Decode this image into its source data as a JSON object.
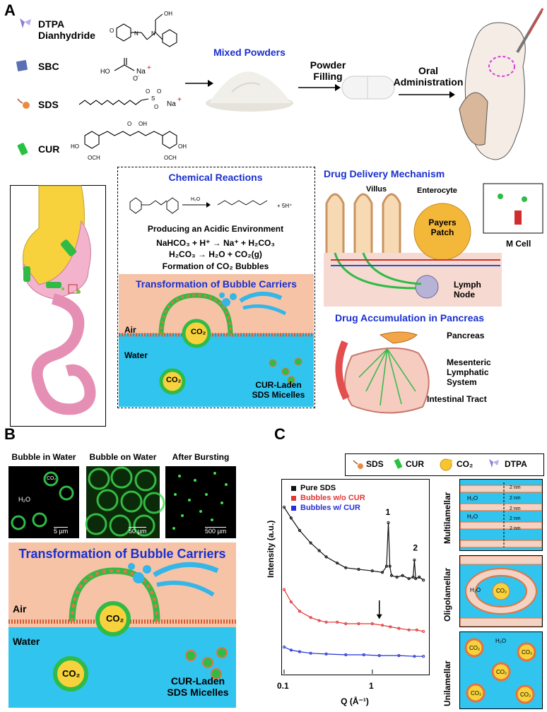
{
  "panel_a": {
    "letter": "A",
    "ingredients": [
      {
        "name": "DTPA\nDianhydride",
        "icon": "dtpa-icon",
        "color": "#8e7fd6"
      },
      {
        "name": "SBC",
        "icon": "sbc-square-icon",
        "color": "#5b6fb5"
      },
      {
        "name": "SDS",
        "icon": "sds-icon",
        "color": "#e98a43"
      },
      {
        "name": "CUR",
        "icon": "cur-icon",
        "color": "#27c23f"
      }
    ],
    "sbc_formula_label": "Na",
    "sds_formula_label": "Na",
    "mixed_powders": "Mixed Powders",
    "powder_filling": "Powder\nFilling",
    "oral_administration": "Oral\nAdministration",
    "chemical_reactions": {
      "title": "Chemical Reactions",
      "reagent": "H₂O",
      "product_tail": "+ 5H⁺",
      "line1": "Producing an Acidic Environment",
      "line2": "NaHCO₃ + H⁺ → Na⁺ + H₂CO₃",
      "line3": "H₂CO₃ → H₂O + CO₂(g)",
      "line4": "Formation of CO₂ Bubbles"
    },
    "transformation_title": "Transformation of  Bubble Carriers",
    "air": "Air",
    "water": "Water",
    "co2": "CO₂",
    "cur_laden": "CUR-Laden\nSDS Micelles",
    "drug_delivery": {
      "title": "Drug Delivery Mechanism",
      "villus": "Villus",
      "enterocyte": "Enterocyte",
      "payers_patch": "Payers\nPatch",
      "m_cell": "M Cell",
      "lymph_node": "Lymph\nNode"
    },
    "drug_accumulation": {
      "title": "Drug Accumulation in Pancreas",
      "pancreas": "Pancreas",
      "mesenteric": "Mesenteric\nLymphatic\nSystem",
      "intestinal": "Intestinal Tract"
    }
  },
  "panel_b": {
    "letter": "B",
    "micrographs": [
      {
        "title": "Bubble in Water",
        "scale": "5 µm",
        "h2o": "H₂O",
        "co2": "CO₂"
      },
      {
        "title": "Bubble on Water",
        "scale": "50 µm"
      },
      {
        "title": "After Bursting",
        "scale": "500 µm"
      }
    ],
    "transformation_title": "Transformation of  Bubble Carriers",
    "air": "Air",
    "water": "Water",
    "co2": "CO₂",
    "cur_laden": "CUR-Laden\nSDS Micelles"
  },
  "panel_c": {
    "letter": "C",
    "legend_items": [
      {
        "label": "SDS",
        "icon": "sds-icon"
      },
      {
        "label": "CUR",
        "icon": "cur-icon"
      },
      {
        "label": "CO₂",
        "icon": "co2-icon"
      },
      {
        "label": "DTPA",
        "icon": "dtpa-icon"
      }
    ],
    "side_labels": [
      "Multilamellar",
      "Oligolamellar",
      "Unilamellar"
    ],
    "multi_spacings": [
      "2 nm",
      "2 nm",
      "2 nm",
      "2 nm",
      "2 nm"
    ],
    "h2o": "H₂O",
    "co2": "CO₂",
    "peak1": "1",
    "peak2": "2"
  },
  "chart_data": {
    "type": "line",
    "xlabel": "Q (Å⁻¹)",
    "ylabel": "Intensity (a.u.)",
    "xscale": "log",
    "xlim": [
      0.1,
      4
    ],
    "xticks": [
      "0.1",
      "1"
    ],
    "grid": false,
    "legend_position": "top-left",
    "series": [
      {
        "name": "Pure SDS",
        "color": "#111111",
        "x": [
          0.1,
          0.12,
          0.15,
          0.2,
          0.25,
          0.3,
          0.4,
          0.5,
          0.7,
          1.0,
          1.3,
          1.45,
          1.52,
          1.58,
          1.65,
          1.9,
          2.2,
          2.6,
          2.9,
          3.0,
          3.1,
          3.4,
          3.8
        ],
        "y": [
          1.0,
          0.93,
          0.85,
          0.77,
          0.72,
          0.68,
          0.64,
          0.61,
          0.6,
          0.59,
          0.58,
          0.62,
          0.9,
          0.62,
          0.56,
          0.55,
          0.56,
          0.54,
          0.55,
          0.66,
          0.54,
          0.55,
          0.53
        ]
      },
      {
        "name": "Bubbles w/o CUR",
        "color": "#e23636",
        "x": [
          0.1,
          0.12,
          0.15,
          0.2,
          0.25,
          0.3,
          0.4,
          0.5,
          0.7,
          1.0,
          1.3,
          1.6,
          2.0,
          2.6,
          3.2,
          3.8
        ],
        "y": [
          0.47,
          0.39,
          0.33,
          0.29,
          0.27,
          0.26,
          0.26,
          0.25,
          0.25,
          0.25,
          0.24,
          0.23,
          0.22,
          0.21,
          0.21,
          0.2
        ]
      },
      {
        "name": "Bubbles w/ CUR",
        "color": "#2530d6",
        "x": [
          0.1,
          0.12,
          0.15,
          0.2,
          0.3,
          0.5,
          0.8,
          1.2,
          2.0,
          3.0,
          3.8
        ],
        "y": [
          0.1,
          0.08,
          0.07,
          0.06,
          0.055,
          0.05,
          0.05,
          0.045,
          0.045,
          0.04,
          0.04
        ]
      }
    ],
    "annotations": [
      {
        "text": "1",
        "x": 1.52
      },
      {
        "text": "2",
        "x": 3.0
      },
      {
        "text": "arrow",
        "x": 1.2
      }
    ]
  }
}
